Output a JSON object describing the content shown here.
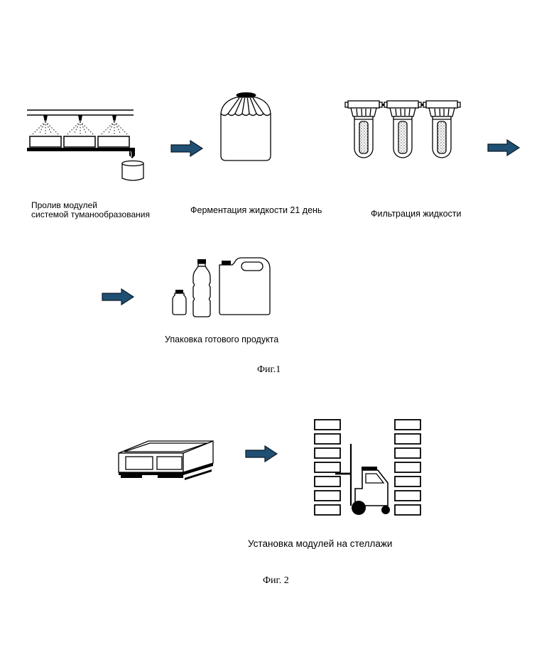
{
  "figure1": {
    "steps": [
      {
        "label_lines": [
          "Пролив модулей",
          "системой туманообразования"
        ],
        "icon": "misting-modules-icon"
      },
      {
        "label": "Ферментация жидкости 21 день",
        "icon": "fermentation-tank-icon"
      },
      {
        "label": "Фильтрация жидкости",
        "icon": "filters-icon"
      },
      {
        "label": "Упаковка готового продукта",
        "icon": "bottles-canister-icon"
      }
    ],
    "caption": "Фиг.1"
  },
  "figure2": {
    "steps": [
      {
        "icon": "module-tray-icon"
      },
      {
        "label": "Установка модулей на стеллажи",
        "icon": "forklift-shelving-icon"
      }
    ],
    "caption": "Фиг. 2"
  },
  "colors": {
    "arrow": "#1f5074",
    "arrow_outline": "#0b1a26",
    "ink": "#000000"
  }
}
